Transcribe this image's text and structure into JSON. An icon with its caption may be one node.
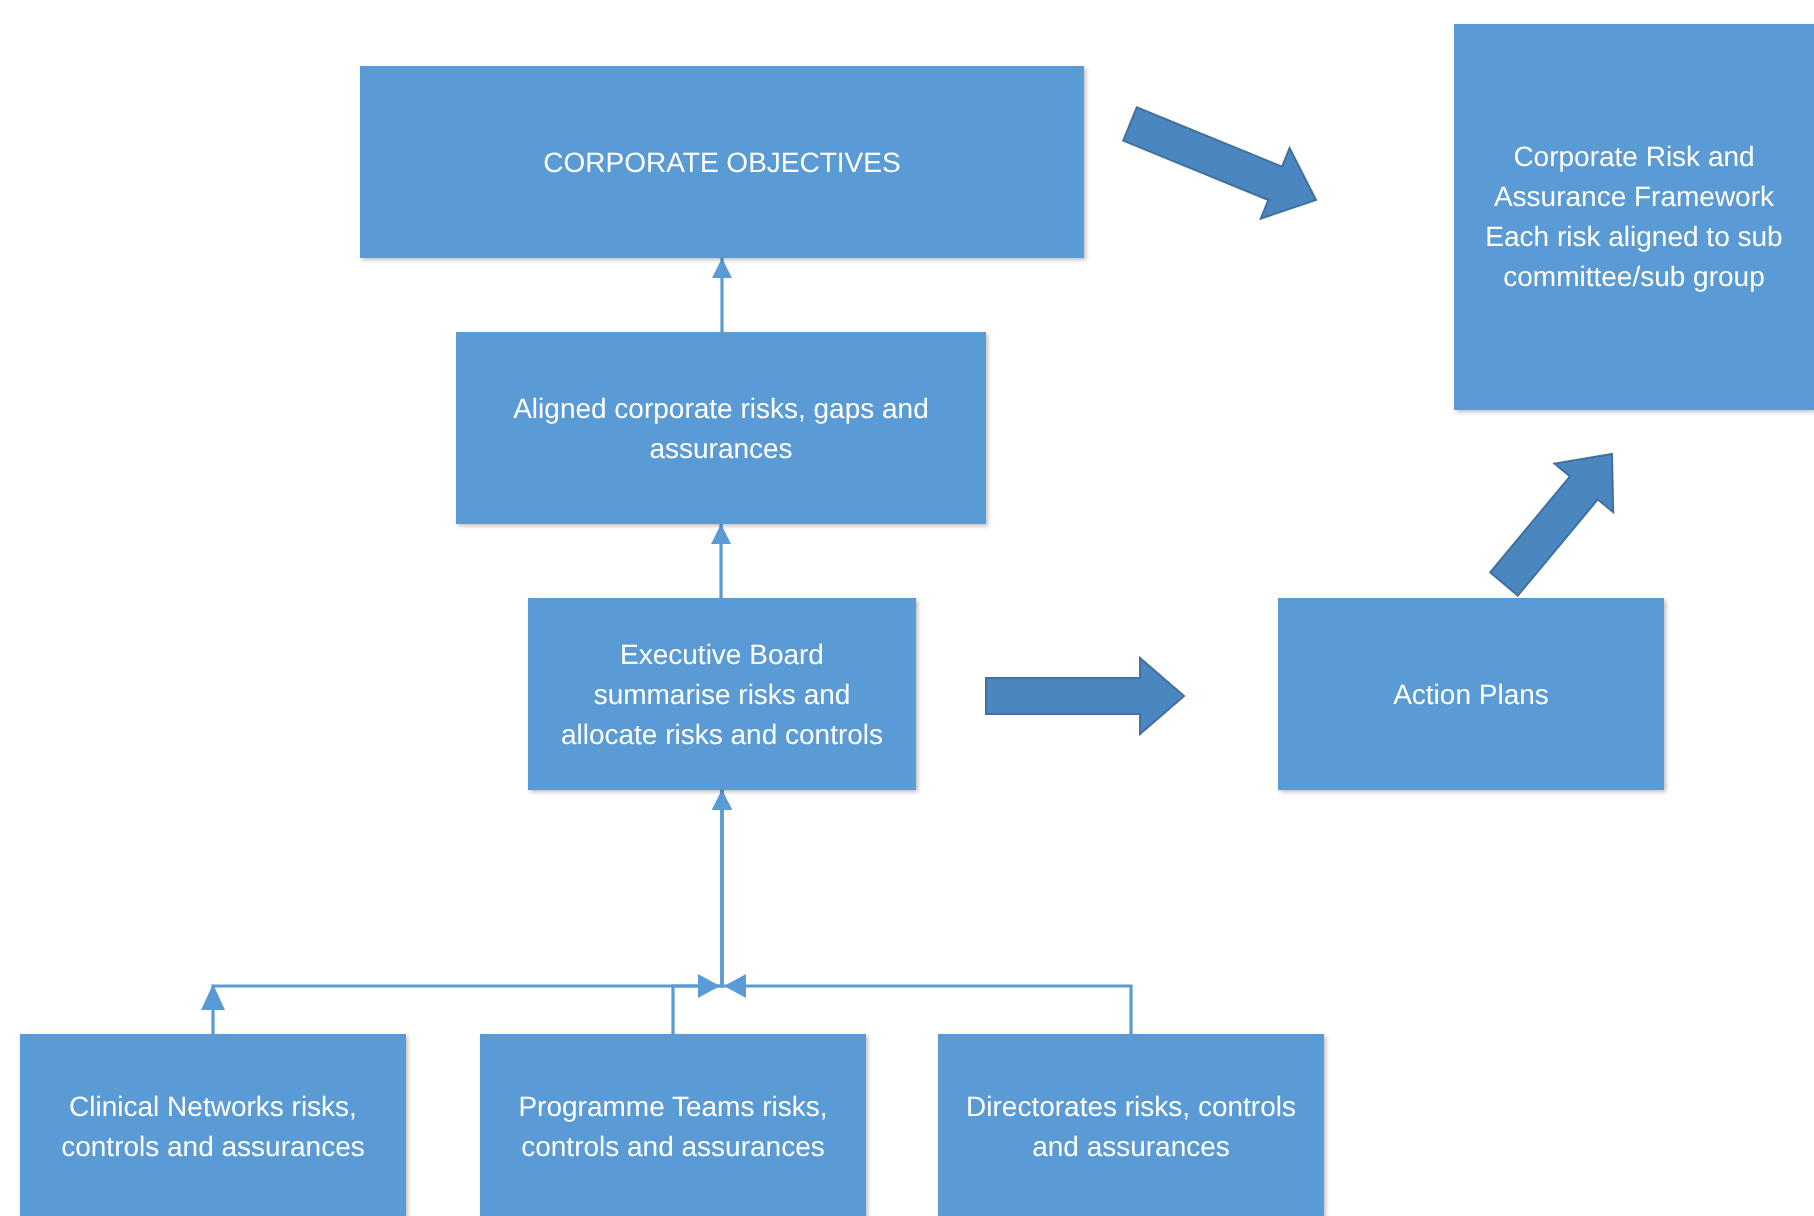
{
  "diagram": {
    "nodes": [
      {
        "text": [
          "CORPORATE OBJECTIVES"
        ]
      },
      {
        "text": [
          "Corporate Risk and Assurance Framework Each risk aligned to sub committee/sub group"
        ]
      },
      {
        "text": [
          "Aligned corporate risks, gaps and assurances"
        ]
      },
      {
        "text": [
          "Executive Board summarise risks and allocate risks and controls"
        ]
      },
      {
        "text": [
          "Action Plans"
        ]
      },
      {
        "text": [
          "Clinical Networks risks, controls and assurances"
        ]
      },
      {
        "text": [
          "Programme Teams risks, controls and assurances"
        ]
      },
      {
        "text": [
          "Directorates risks, controls and assurances"
        ]
      }
    ],
    "edges": [
      {
        "from": 2,
        "to": 0,
        "arrow": "to"
      },
      {
        "from": 3,
        "to": 2,
        "arrow": "to"
      },
      {
        "from": 5,
        "to": 3,
        "arrow": "to"
      },
      {
        "from": 6,
        "to": 3,
        "arrow": "to"
      },
      {
        "from": 7,
        "to": 3,
        "arrow": "to"
      },
      {
        "from": 0,
        "to": 1,
        "arrow": "to",
        "style": "thick"
      },
      {
        "from": 3,
        "to": 4,
        "arrow": "to",
        "style": "thick"
      },
      {
        "from": 4,
        "to": 1,
        "arrow": "to",
        "style": "thick"
      }
    ]
  }
}
